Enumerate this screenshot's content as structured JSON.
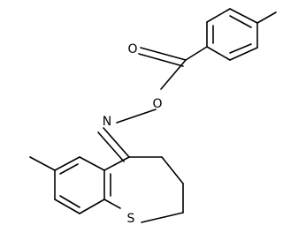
{
  "molecule": {
    "atom_labels": {
      "carbonyl_oxygen": "O",
      "ester_oxygen": "O",
      "imine_nitrogen": "N",
      "ring_sulfur": "S"
    }
  }
}
